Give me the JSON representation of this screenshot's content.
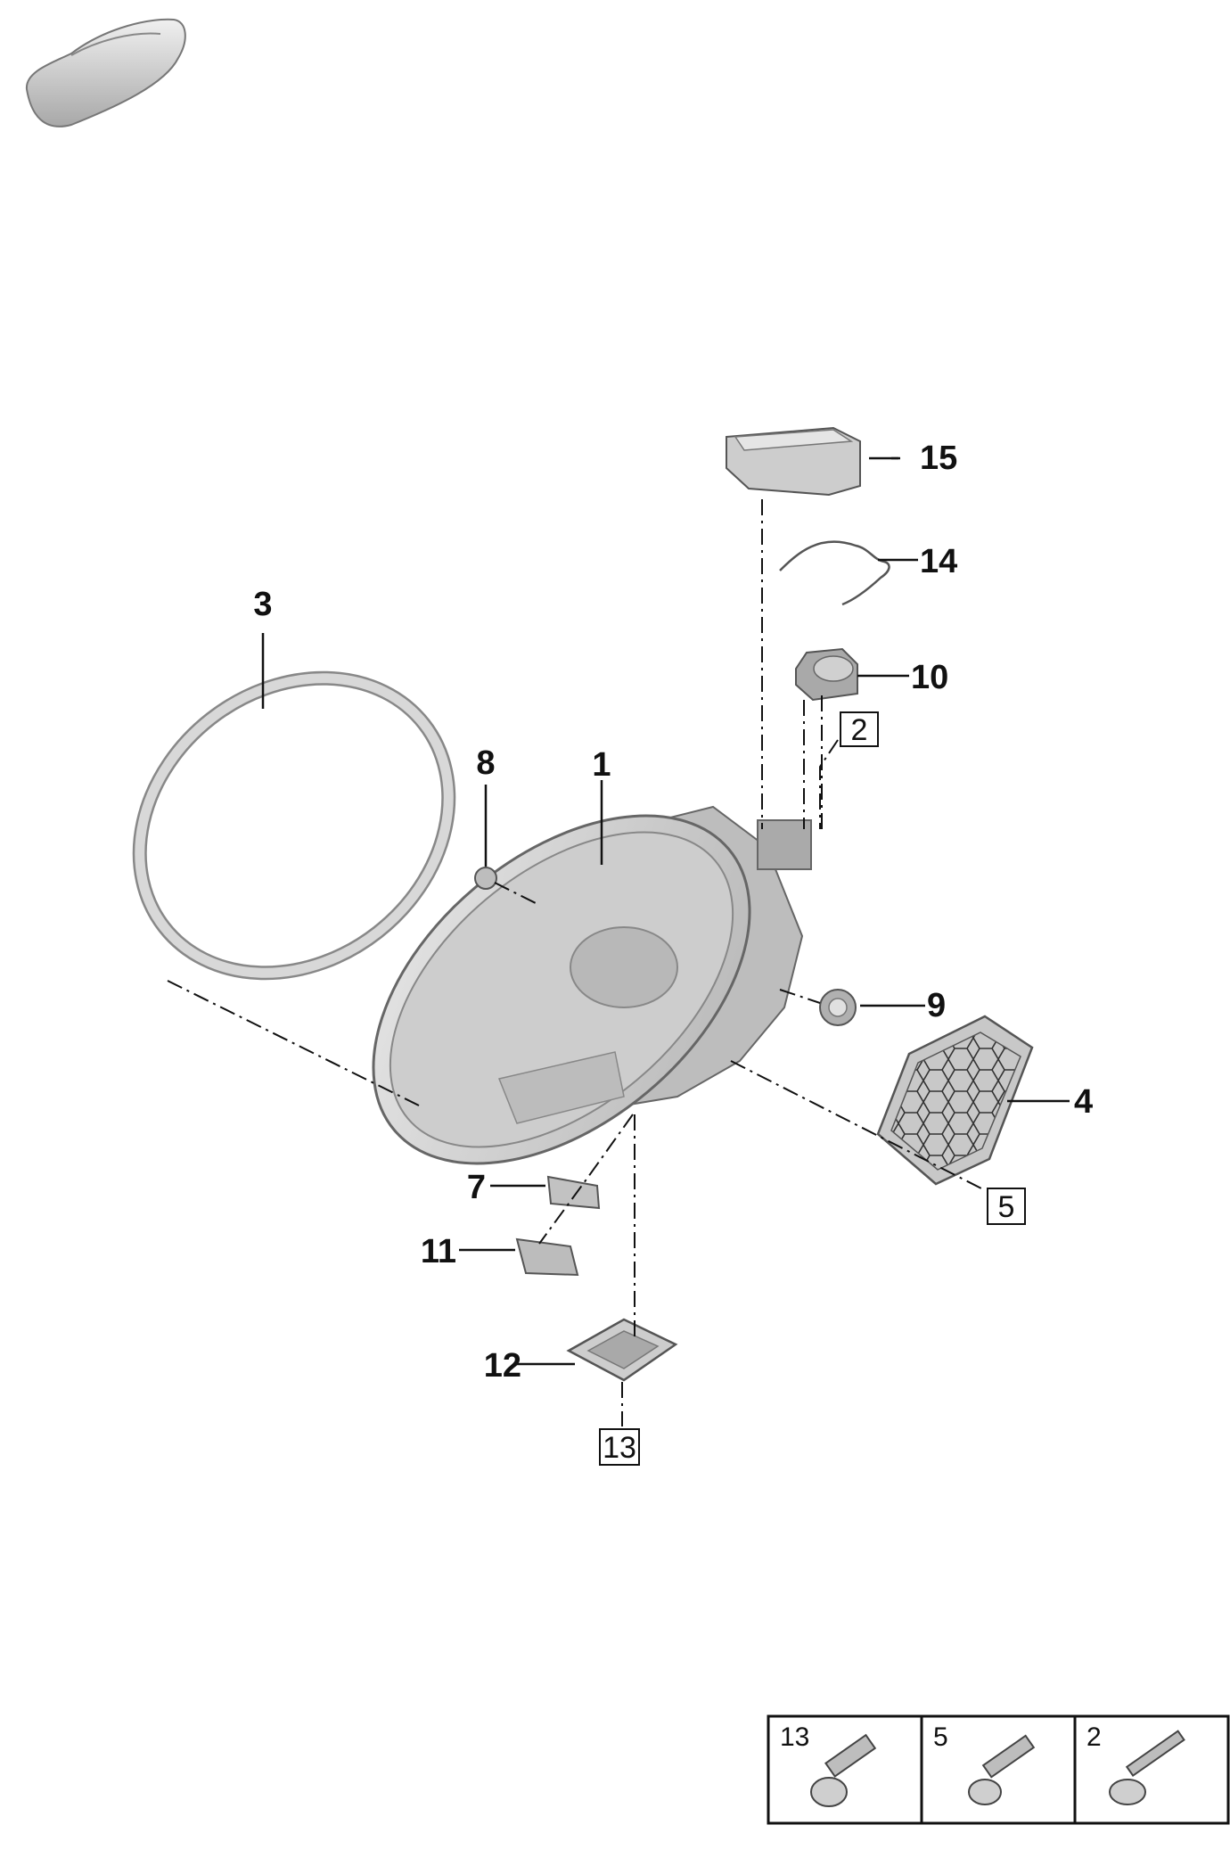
{
  "callouts": [
    {
      "id": "c1",
      "label": "1"
    },
    {
      "id": "c3",
      "label": "3"
    },
    {
      "id": "c4",
      "label": "4"
    },
    {
      "id": "c7",
      "label": "7"
    },
    {
      "id": "c8",
      "label": "8"
    },
    {
      "id": "c9",
      "label": "9"
    },
    {
      "id": "c10",
      "label": "10"
    },
    {
      "id": "c11",
      "label": "11"
    },
    {
      "id": "c12",
      "label": "12"
    },
    {
      "id": "c14",
      "label": "14"
    },
    {
      "id": "c15",
      "label": "15"
    }
  ],
  "boxed_refs": [
    {
      "id": "r2",
      "label": "2"
    },
    {
      "id": "r5",
      "label": "5"
    },
    {
      "id": "r13",
      "label": "13"
    }
  ],
  "legend": [
    {
      "label": "13",
      "icon": "screw-flange-icon"
    },
    {
      "label": "5",
      "icon": "screw-washer-icon"
    },
    {
      "label": "2",
      "icon": "bolt-flange-icon"
    }
  ],
  "colors": {
    "line": "#111111",
    "part_fill": "#d4d4d4",
    "part_dark": "#9a9a9a"
  }
}
